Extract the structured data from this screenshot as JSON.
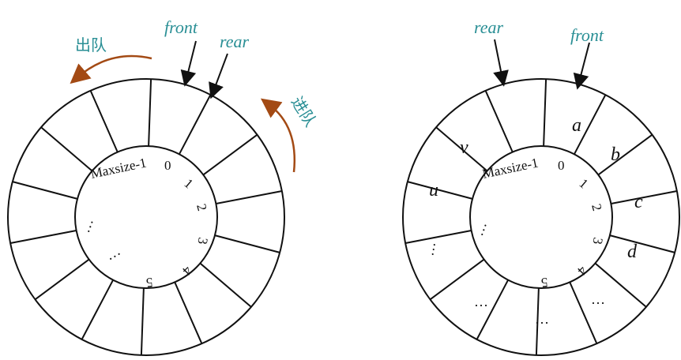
{
  "left_queue": {
    "front_label": "front",
    "rear_label": "rear",
    "dequeue_label": "出队",
    "enqueue_label": "进队",
    "index_labels": [
      "Maxsize-1",
      "0",
      "1",
      "2",
      "3",
      "4",
      "5"
    ],
    "ellipses": [
      "…",
      "…"
    ]
  },
  "right_queue": {
    "rear_label": "rear",
    "front_label": "front",
    "index_labels": [
      "Maxsize-1",
      "0",
      "1",
      "2",
      "3",
      "4",
      "5"
    ],
    "cells": [
      "a",
      "b",
      "c",
      "d",
      "u",
      "v"
    ],
    "inner_ellipsis": "…",
    "cell_ellipses": [
      "…",
      "…",
      "…",
      "…"
    ]
  },
  "colors": {
    "label": "#2a8f95",
    "arrow_curve": "#a34a14",
    "stroke": "#111111"
  },
  "icons": [
    "front-pointer-arrow",
    "rear-pointer-arrow",
    "dequeue-curved-arrow",
    "enqueue-curved-arrow"
  ]
}
